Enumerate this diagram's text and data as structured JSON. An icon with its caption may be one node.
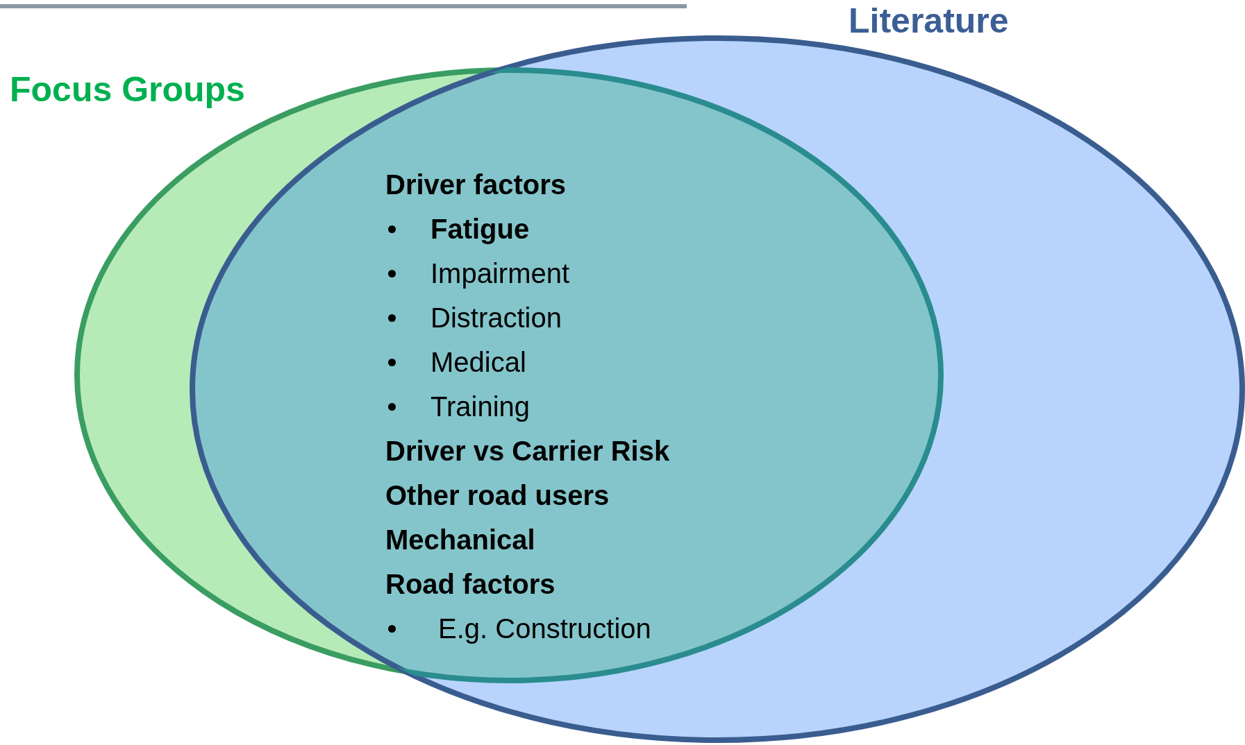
{
  "diagram": {
    "nodes": [
      {
        "text": [
          "Focus Groups"
        ]
      },
      {
        "text": [
          "Literature"
        ]
      }
    ],
    "labels": [
      "Driver factors",
      "Fatigue",
      "Impairment",
      "Distraction",
      "Medical",
      "Training",
      "Driver vs Carrier Risk",
      "Other road users",
      "Mechanical",
      "Road factors",
      "E.g. Construction"
    ]
  }
}
